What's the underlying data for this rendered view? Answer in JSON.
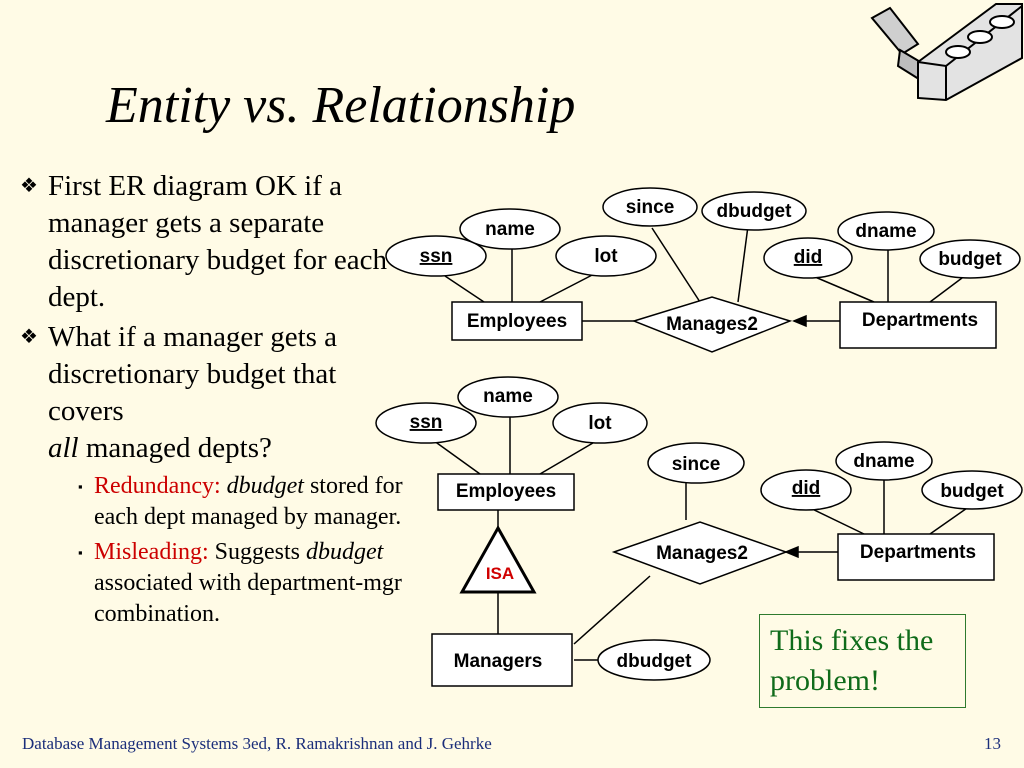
{
  "slide": {
    "title": "Entity vs. Relationship",
    "bullets": [
      "First ER diagram OK if a manager gets a separate discretionary budget for each dept.",
      {
        "text_before": "What if a manager gets a discretionary budget that covers",
        "emphasis": "all",
        "text_after": "managed depts?"
      }
    ],
    "subbullets": [
      {
        "red": "Redundancy:",
        "italic": "dbudget",
        "rest": "stored for each dept managed by manager."
      },
      {
        "red": "Misleading:",
        "rest_before": "Suggests",
        "italic": "dbudget",
        "rest_after": "associated with department-mgr combination."
      }
    ],
    "callout": "This fixes the problem!",
    "footer": "Database Management Systems 3ed,  R. Ramakrishnan and J. Gehrke",
    "page_number": "13",
    "colors": {
      "background": "#fffbe6",
      "callout_text": "#0f6b1a",
      "red": "#cc0000",
      "footer": "#1b2e7a"
    },
    "logo_icon": "trowel-and-brick-icon"
  },
  "diagram1": {
    "entities": [
      "Employees",
      "Departments"
    ],
    "relationship": "Manages2",
    "attributes": [
      "ssn",
      "name",
      "lot",
      "since",
      "dbudget",
      "did",
      "dname",
      "budget"
    ]
  },
  "diagram2": {
    "entities": [
      "Employees",
      "Departments",
      "Managers"
    ],
    "relationship": "Manages2",
    "isa": "ISA",
    "attributes": [
      "ssn",
      "name",
      "lot",
      "since",
      "did",
      "dname",
      "budget",
      "dbudget"
    ]
  }
}
